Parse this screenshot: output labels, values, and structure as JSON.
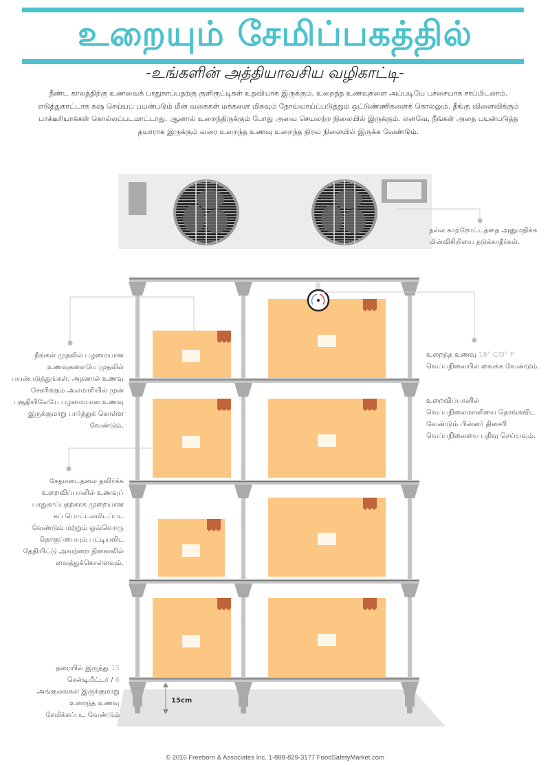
{
  "header": {
    "title": "உறையும் சேமிப்பகத்தில்",
    "subtitle": "-உங்களின் அத்தியாவசிய வழிகாட்டி-",
    "accent_color": "#4cc2cc"
  },
  "intro": {
    "text": "நீண்ட காலத்திற்கு உணவைக் பாதுகாப்பதற்கு குளிரூட்டிகள் உதவியாக இருக்கும். உறைந்த உணவுகளை அப்படியே பச்சையாக சாப்பிடலாம். எடுத்துகாட்டாக கஷ செய்யப் பயன்படும் மீன் வகைகள் மக்களை மிகவும் நோய்வாய்ப்படுத்தும் ஒட்டுண்ணிகளைக் கொல்லும். தீங்கு விளைவிக்கும் பாக்டீரியாக்கள் கொல்லப்படமாட்டாது. ஆனால் உறைந்திருக்கும் போது அவை செயலற்ற நிலையில் இருக்கும். எனவே, நீங்கள் அதை பயன்படுத்த தயாராக இருக்கும் வரை உறைந்த உணவு உறைந்த திரவ நிலையில் இருக்க வேண்டும்."
  },
  "notes": {
    "fan": "நல்ல காற்றோட்டத்தை அனுமதிக்க மின்விசிறியை தடுக்காதீர்கள்.",
    "fifo": "நீங்கள் முதலில் பழமையான உணவுகளையே முதலில் பயன்படுத்துங்கள். அதனால் உணவு சேகரிக்கும் அலமாரியில் முன் பகுதியிலேயே பழமையான உணவு இருக்குமாறு பார்த்துக் கொள்ள வேண்டும்.",
    "temp_prefix": "உறைந்த உணவு ",
    "temp_value": "18° C/0° F",
    "temp_suffix": " வெப்பநிலையில் வைக்க வேண்டும்.",
    "thermometer": "உறைவிப்பானில் வெப்பநிலைமானியை தொங்கவிட வேண்டும் பின்னர் தினசரி வெப்பநிலையை பதிவு செய்யவும்.",
    "packaging": "சேதமடைதலை தவிர்க்க உறைவிப்பானில் உணவுப் பாதுகாப்பதற்காக முறையான கப் பொட்டலமிடப்பட வேண்டும் மற்றும் ஒவ்வொரு தொகுப்பையும் பட்டியலிட தேதியிட்டு அவற்றை நினைவில் வைத்துக்கொள்ளவும்.",
    "floor_prefix": "தரையில் இருந்து ",
    "floor_value": "15",
    "floor_mid": " சென்டிமீட்டர் / ",
    "floor_value2": "6",
    "floor_suffix": " அங்குலங்கள் இருக்குமாறு உறைந்த உணவு சேமிக்கப்பட வேண்டும்"
  },
  "illustration": {
    "fan_count": 2,
    "shelf_levels": 4,
    "height_label": "15cm",
    "box_color": "#fcc683",
    "tape_color": "#c0643a"
  },
  "footer": {
    "text": "© 2016 Freeborn & Associates Inc. 1-888-829-3177 FoodSafetyMarket.com"
  }
}
